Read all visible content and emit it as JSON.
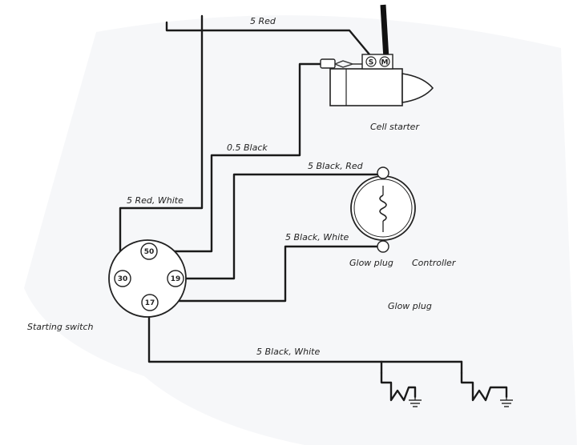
{
  "wires": {
    "red": "5 Red",
    "black": "0.5 Black",
    "black_red": "5 Black, Red",
    "red_white": "5 Red, White",
    "black_white_upper": "5 Black, White",
    "black_white_lower": "5 Black, White"
  },
  "components": {
    "cell_starter": "Cell starter",
    "glow_plug_controller": "Glow plug",
    "controller": "Controller",
    "glow_plug": "Glow plug",
    "starting_switch": "Starting switch"
  },
  "starter_terminals": {
    "s": "S",
    "m": "M"
  },
  "switch_terminals": {
    "t50": "50",
    "t30": "30",
    "t19": "19",
    "t17": "17"
  }
}
